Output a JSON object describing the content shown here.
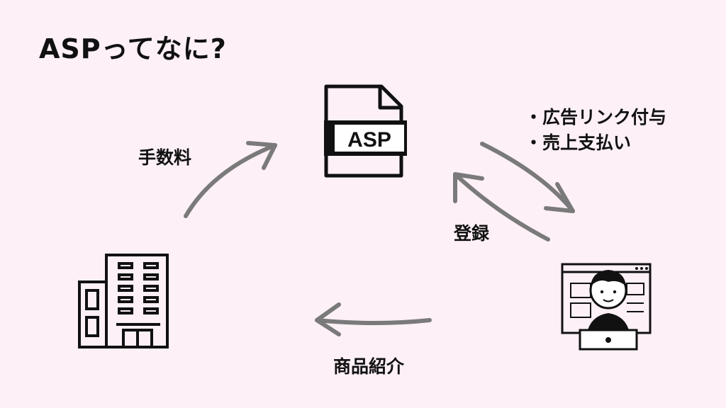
{
  "title": "ASPってなに?",
  "nodes": {
    "asp": {
      "label": "ASP",
      "icon": "asp-document-icon"
    },
    "advertiser": {
      "icon": "office-building-icon"
    },
    "affiliate": {
      "icon": "affiliate-person-laptop-icon"
    }
  },
  "edges": {
    "fee": "手数料",
    "register": "登録",
    "product_intro": "商品紹介",
    "asp_services": [
      "・広告リンク付与",
      "・売上支払い"
    ]
  },
  "colors": {
    "background": "#fdf0f7",
    "arrow": "#7a7a7a",
    "ink": "#111111"
  }
}
